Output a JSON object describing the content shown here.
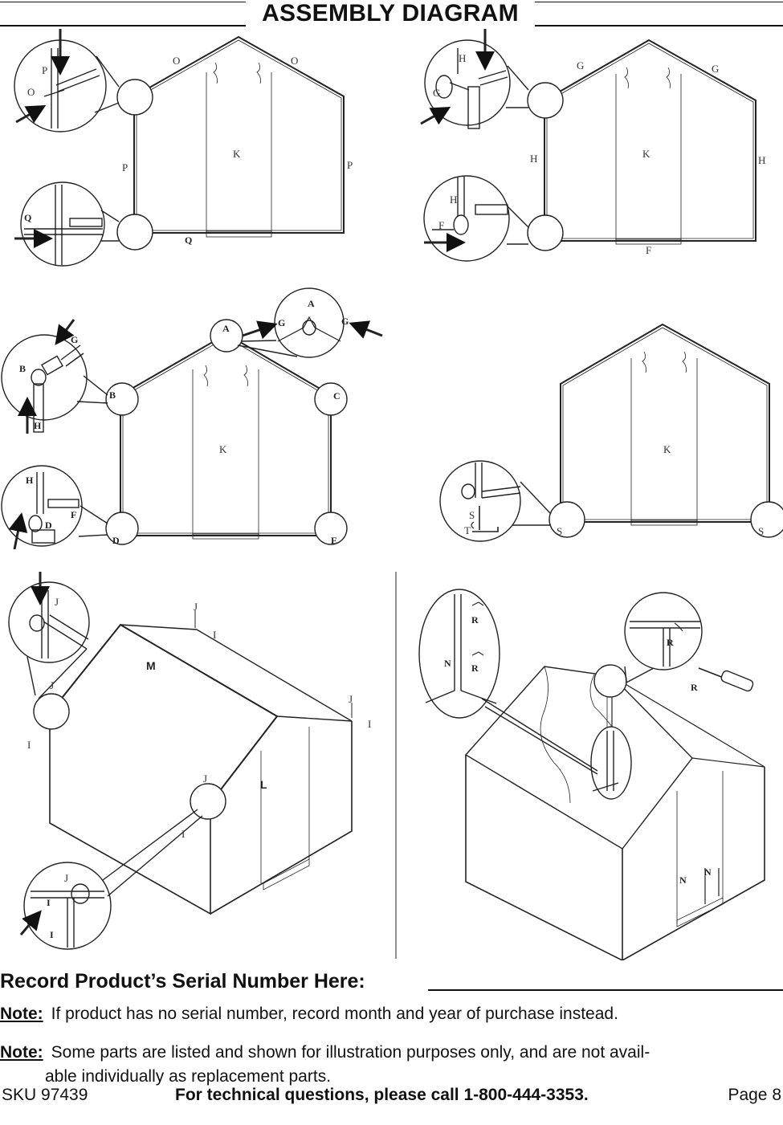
{
  "header": {
    "title": "ASSEMBLY DIAGRAM"
  },
  "figures": {
    "fig1": {
      "labels": [
        "P",
        "O",
        "O",
        "O",
        "K",
        "P",
        "P",
        "Q",
        "Q"
      ]
    },
    "fig2": {
      "labels": [
        "H",
        "G",
        "G",
        "G",
        "K",
        "H",
        "H",
        "H",
        "F",
        "F"
      ]
    },
    "fig3": {
      "labels": [
        "G",
        "B",
        "H",
        "A",
        "A",
        "G",
        "G",
        "B",
        "C",
        "K",
        "H",
        "F",
        "D",
        "D",
        "E"
      ]
    },
    "fig4": {
      "labels": [
        "K",
        "S",
        "T",
        "S",
        "S"
      ]
    },
    "fig5": {
      "labels": [
        "J",
        "J",
        "I",
        "M",
        "J",
        "I",
        "J",
        "I",
        "J",
        "I",
        "L",
        "J",
        "I",
        "I"
      ]
    },
    "fig6": {
      "labels": [
        "R",
        "N",
        "R",
        "R",
        "R",
        "N",
        "N"
      ]
    }
  },
  "serial": {
    "label": "Record Product’s Serial Number Here:"
  },
  "notes": [
    {
      "label": "Note:",
      "text": "If product has no serial number, record month and year of purchase instead."
    },
    {
      "label": "Note:",
      "text_line1": "Some parts are listed and shown for illustration purposes only, and are not avail-",
      "text_line2": "able individually as replacement parts."
    }
  ],
  "footer": {
    "sku": "SKU 97439",
    "tech": "For technical questions, please call 1-800-444-3353.",
    "page": "Page 8"
  }
}
